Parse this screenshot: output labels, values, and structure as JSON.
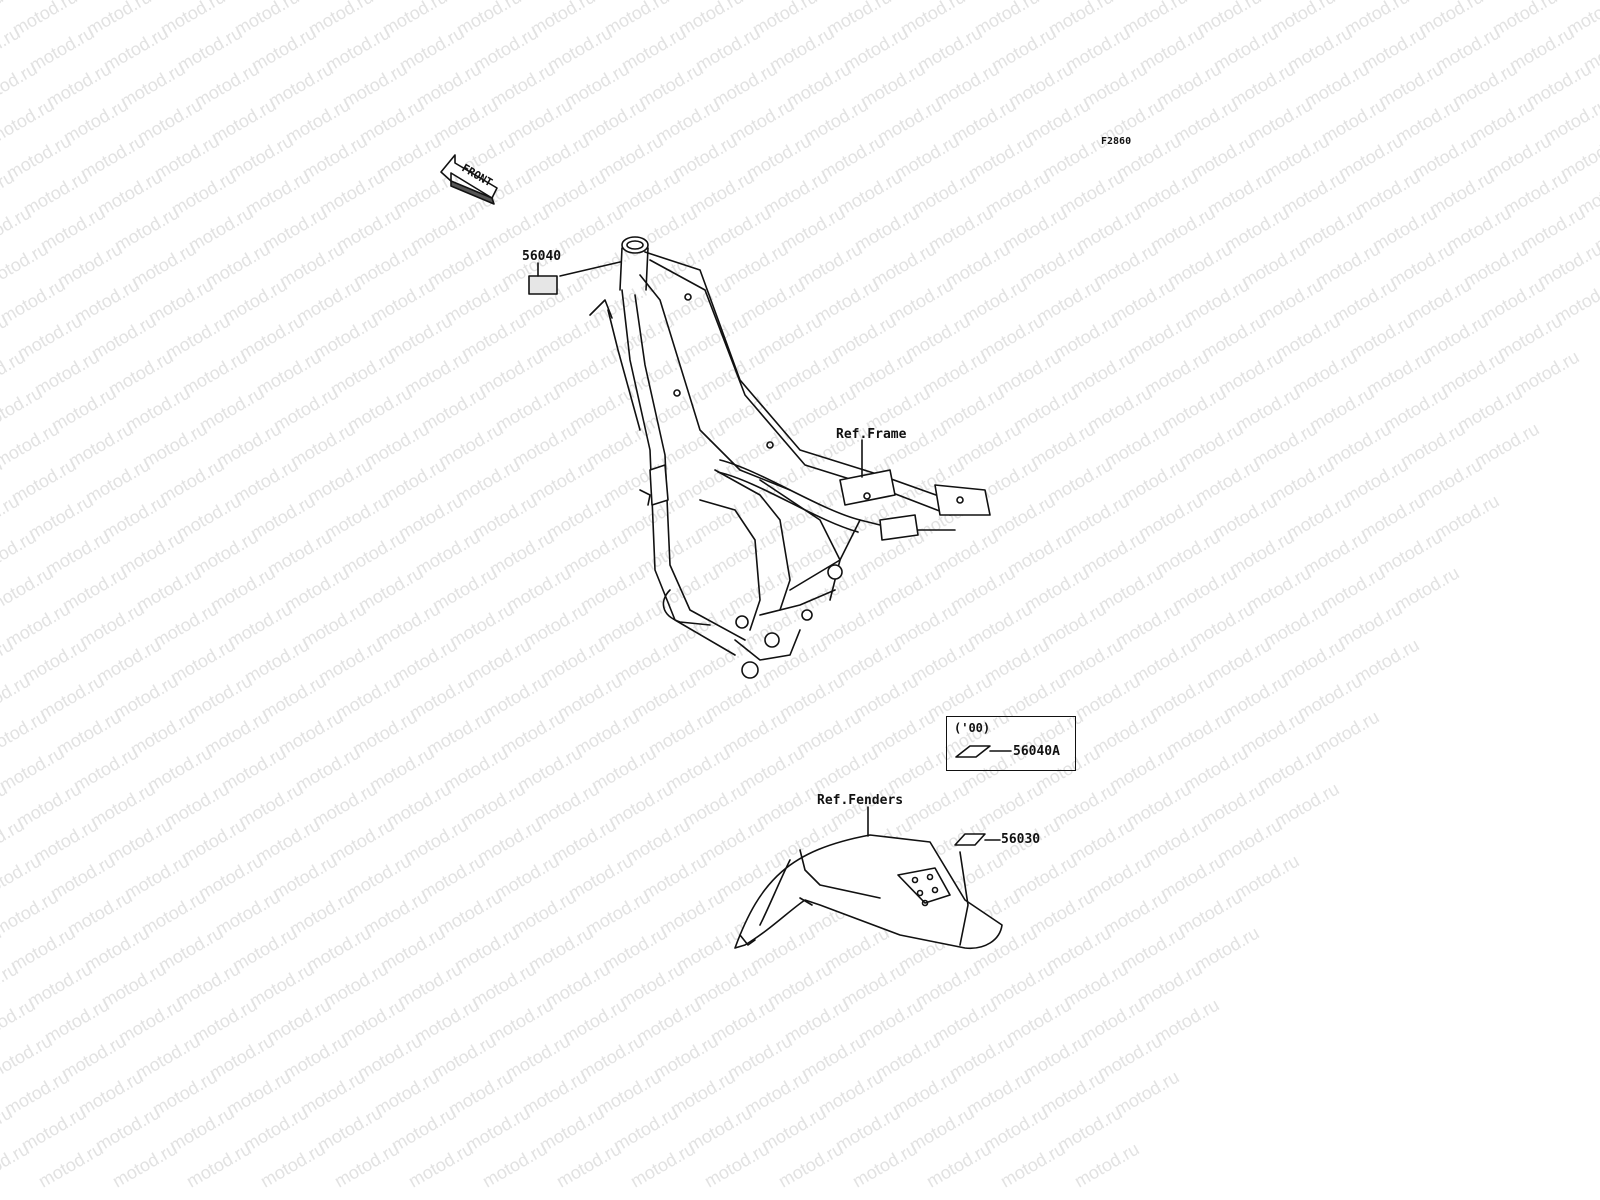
{
  "diagram": {
    "code": "F2860",
    "front_label": "FRONT",
    "parts": {
      "p56040": "56040",
      "p56040a": "56040A",
      "p56030": "56030"
    },
    "refs": {
      "frame": "Ref.Frame",
      "fenders": "Ref.Fenders"
    },
    "year_note": "('00)"
  },
  "watermark": "motod.ru"
}
